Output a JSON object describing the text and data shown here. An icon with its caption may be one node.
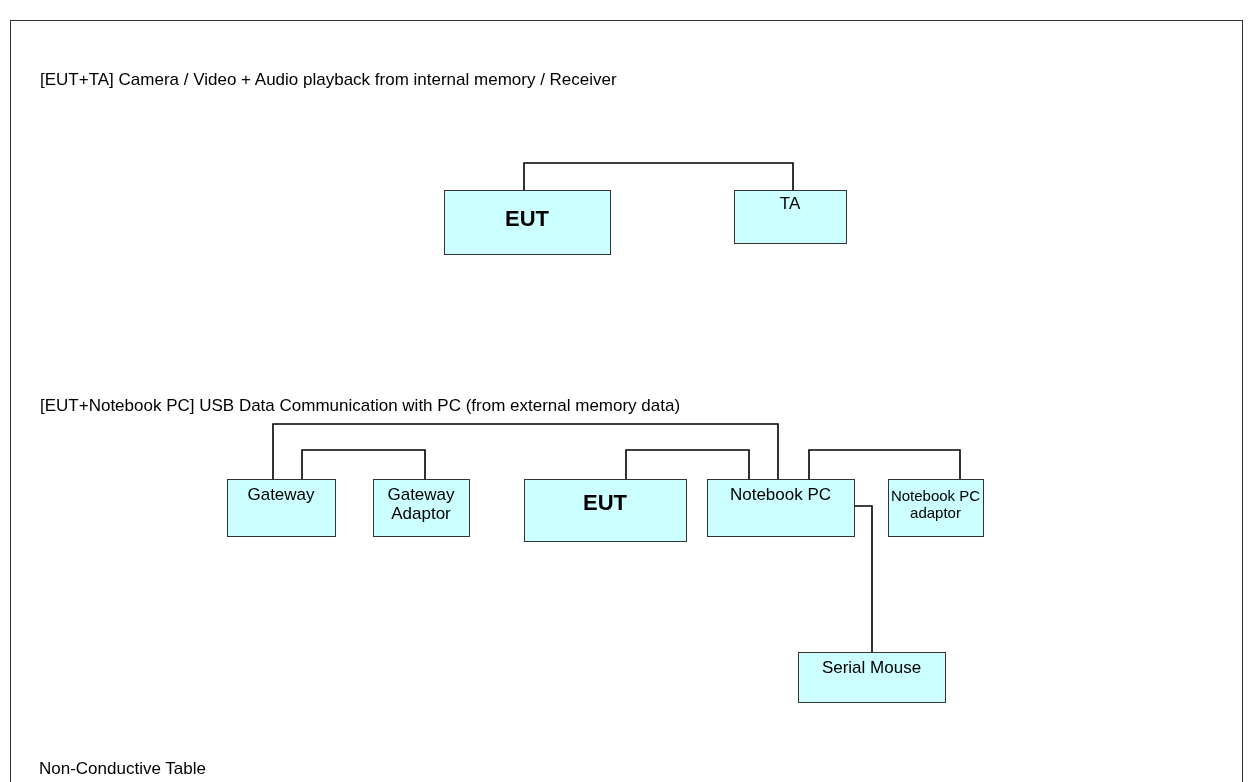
{
  "diagram": {
    "nodes": [
      {
        "text": [
          "Non-Conductive Table"
        ]
      },
      {
        "text": [
          "EUT"
        ],
        "in": 0
      },
      {
        "text": [
          "TA"
        ],
        "in": 0
      },
      {
        "text": [
          "Gateway"
        ],
        "in": 0
      },
      {
        "text": [
          "Gateway Adaptor"
        ],
        "in": 0
      },
      {
        "text": [
          "EUT"
        ],
        "in": 0
      },
      {
        "text": [
          "Notebook PC"
        ],
        "in": 0
      },
      {
        "text": [
          "Notebook PC adaptor"
        ],
        "in": 0
      },
      {
        "text": [
          "Serial Mouse"
        ],
        "in": 0
      }
    ],
    "edges": [
      {
        "from": 1,
        "to": 2,
        "arrow": "none"
      },
      {
        "from": 3,
        "to": 6,
        "arrow": "none"
      },
      {
        "from": 3,
        "to": 4,
        "arrow": "none"
      },
      {
        "from": 5,
        "to": 6,
        "arrow": "none"
      },
      {
        "from": 6,
        "to": 7,
        "arrow": "none"
      },
      {
        "from": 6,
        "to": 8,
        "arrow": "none"
      }
    ],
    "labels": [
      "[EUT+TA] Camera / Video + Audio playback from internal memory / Receiver",
      "[EUT+Notebook PC] USB Data Communication with PC (from external memory data)"
    ]
  }
}
